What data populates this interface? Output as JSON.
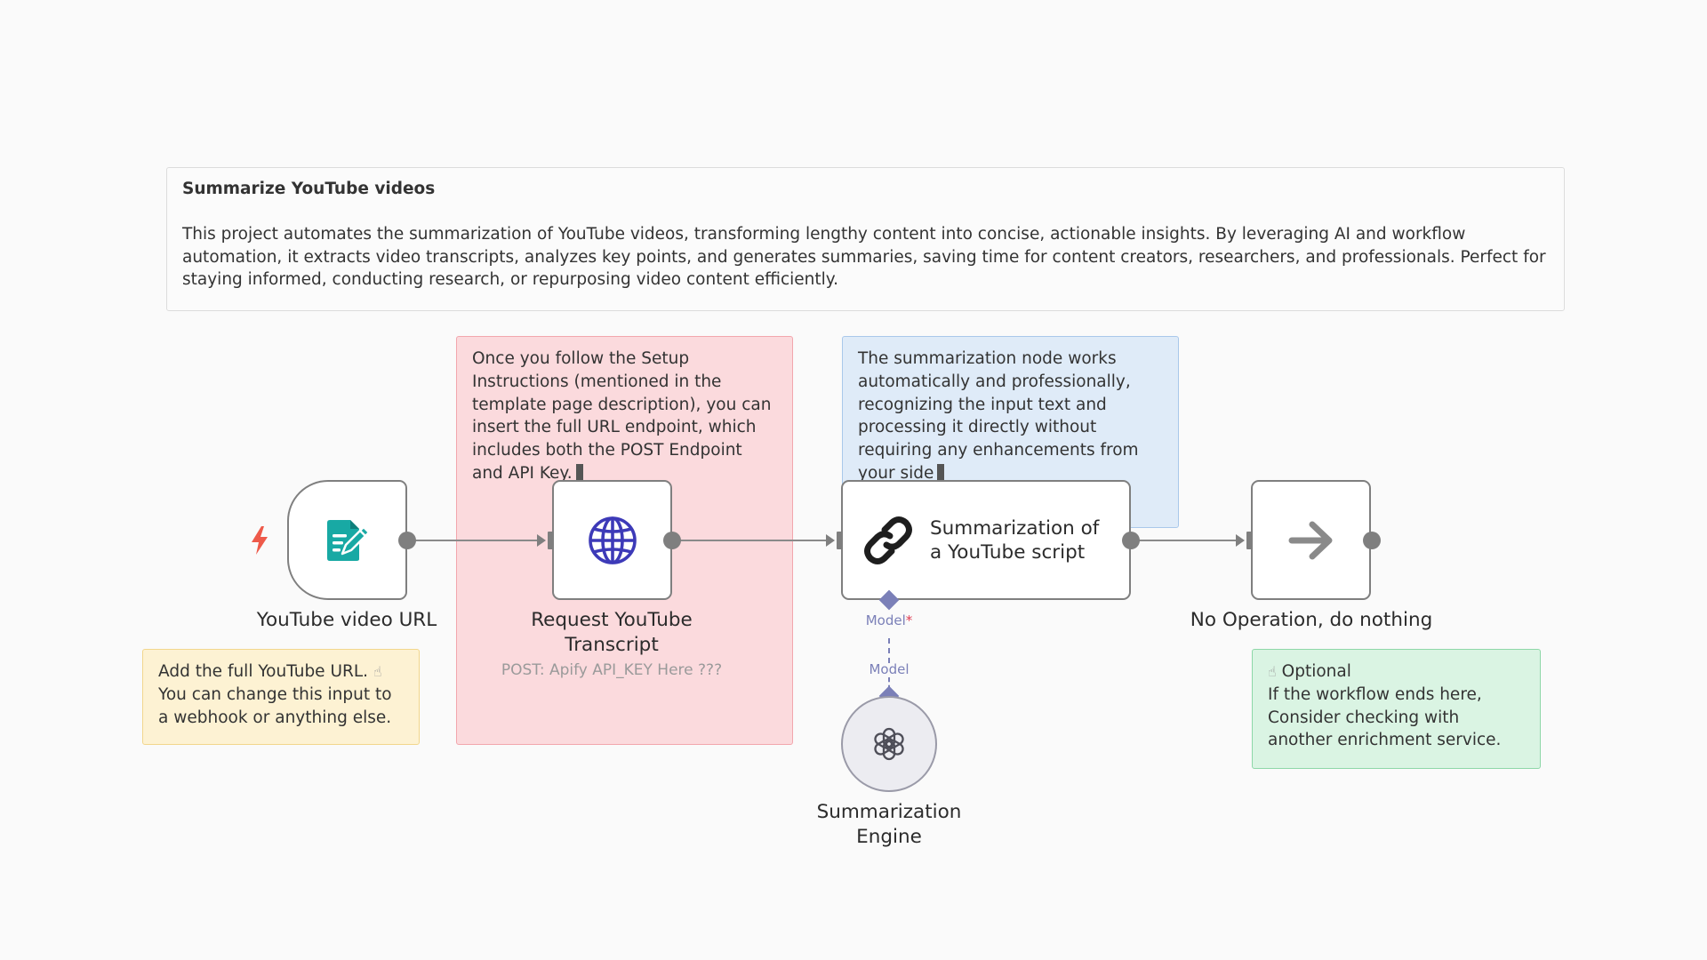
{
  "main_note": {
    "title": "Summarize YouTube videos",
    "body": "This project automates the summarization of YouTube videos, transforming lengthy content into concise, actionable insights. By leveraging AI and workflow automation, it extracts video transcripts, analyzes key points, and generates summaries, saving time for content creators, researchers, and professionals. Perfect for staying informed, conducting research, or repurposing video content efficiently."
  },
  "red_note": {
    "text": "Once you follow the Setup Instructions (mentioned in the template page description), you can insert the full URL endpoint, which includes both the POST Endpoint and API Key."
  },
  "blue_note": {
    "text": "The summarization node works automatically and professionally, recognizing the input text and processing it directly without requiring any enhancements from your side"
  },
  "yellow_note": {
    "line1": "Add the full YouTube URL.",
    "line2": "You can change this input to a webhook or anything else."
  },
  "green_note": {
    "title": "Optional",
    "line1": "If the workflow ends here,",
    "line2": "Consider checking with another enrichment service."
  },
  "nodes": {
    "trigger": {
      "label": "YouTube video URL",
      "icon": "form-edit-icon"
    },
    "http": {
      "label_line1": "Request YouTube",
      "label_line2": "Transcript",
      "subtitle": "POST: Apify API_KEY Here ???",
      "icon": "globe-icon"
    },
    "summarization": {
      "label_line1": "Summarization of",
      "label_line2": "a YouTube script",
      "icon": "chain-link-icon"
    },
    "noop": {
      "label": "No Operation, do nothing",
      "icon": "arrow-right-icon"
    },
    "engine": {
      "label_line1": "Summarization",
      "label_line2": "Engine",
      "icon": "openai-icon"
    }
  },
  "model_connection": {
    "label_top": "Model",
    "required_mark": "*",
    "label_bottom": "Model"
  },
  "colors": {
    "trigger_bolt": "#ee5a4a",
    "form_icon": "#18a9a4",
    "globe_icon": "#3d3ab8",
    "model_line": "#7b80b8"
  }
}
